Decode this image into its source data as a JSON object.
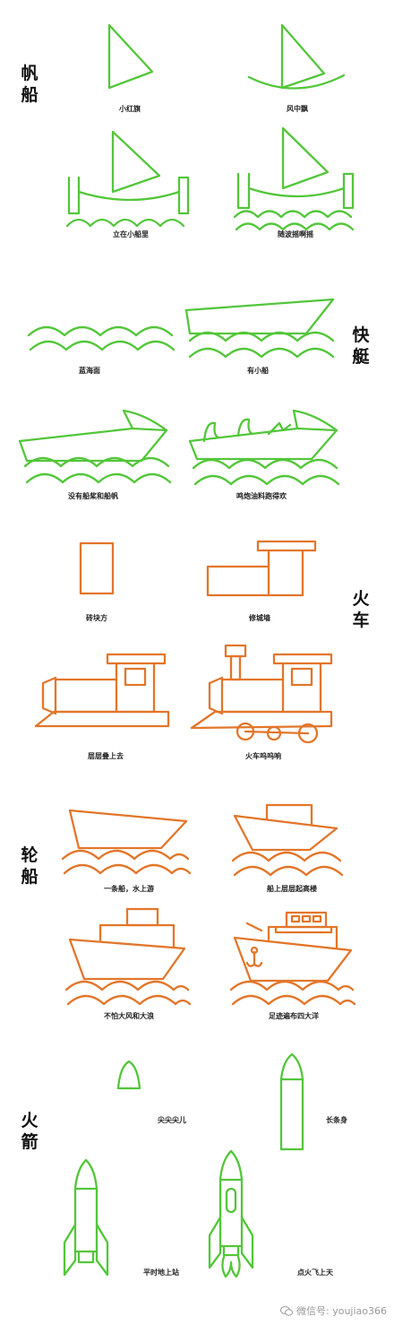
{
  "sections": [
    {
      "id": "sailboat",
      "title": "帆船",
      "steps": [
        "小红旗",
        "风中飘",
        "立在小船里",
        "随波摇啊摇"
      ]
    },
    {
      "id": "speedboat",
      "title": "快艇",
      "steps": [
        "蓝海面",
        "有小船",
        "没有船桨和船帆",
        "鸣炮油料跑得欢"
      ]
    },
    {
      "id": "train",
      "title": "火车",
      "steps": [
        "砖块方",
        "修城墙",
        "层层叠上去",
        "火车呜呜响"
      ]
    },
    {
      "id": "steamship",
      "title": "轮船",
      "steps": [
        "一条船，水上游",
        "船上层层起高楼",
        "不怕大风和大浪",
        "足迹遍布四大洋"
      ]
    },
    {
      "id": "rocket",
      "title": "火箭",
      "steps": [
        "尖尖尖儿",
        "长条身",
        "平时地上站",
        "点火飞上天"
      ]
    }
  ],
  "watermark": {
    "icon": "wechat-icon",
    "text": "微信号: youjiao366"
  },
  "colors": {
    "green": "#53c63a",
    "orange": "#e2762a"
  }
}
